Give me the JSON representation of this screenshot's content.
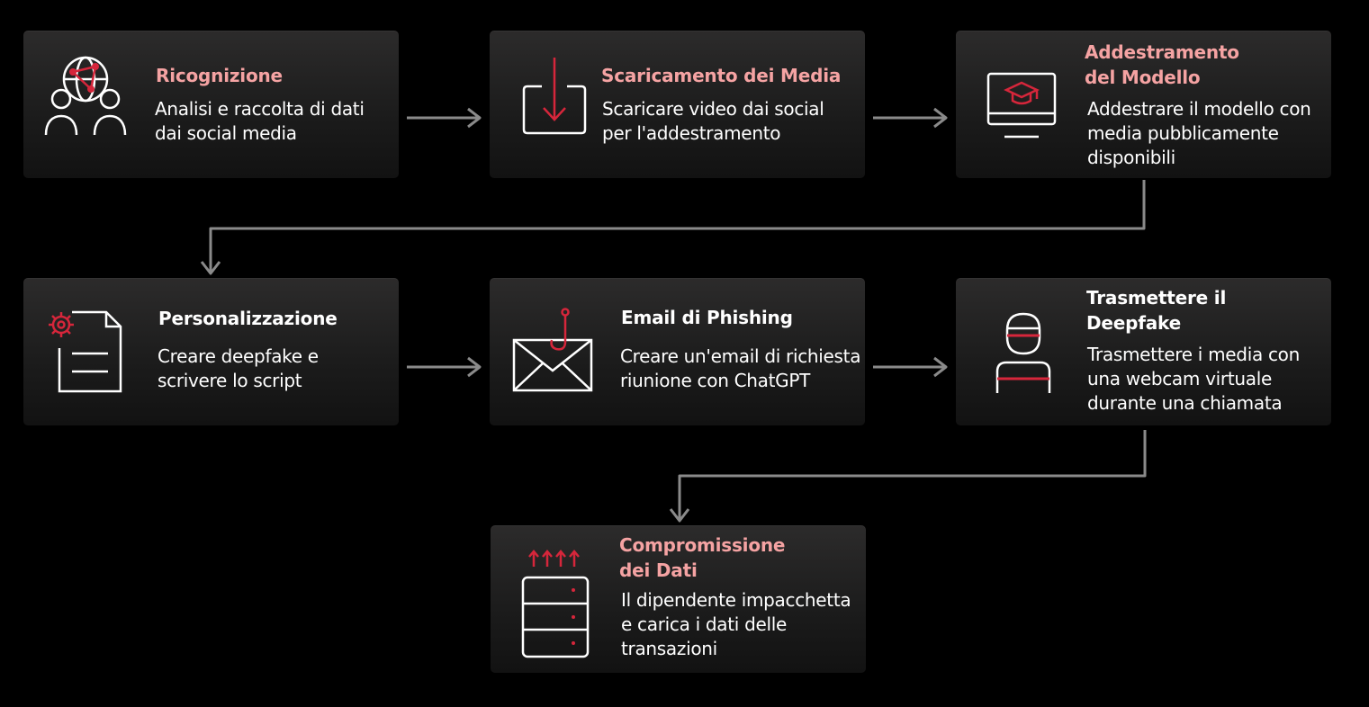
{
  "colors": {
    "background": "#000000",
    "card": "#232222",
    "title_accent": "#f5a3a3",
    "title_plain": "#ffffff",
    "icon_red": "#d6263b",
    "icon_white": "#ffffff",
    "connector": "#8a8a8a"
  },
  "steps": [
    {
      "title": "Ricognizione",
      "desc": [
        "Analisi e raccolta di dati",
        "dai social media"
      ],
      "icon": "people-network-icon"
    },
    {
      "title": "Scaricamento dei Media",
      "desc": [
        "Scaricare video dai social",
        "per l'addestramento"
      ],
      "icon": "download-icon"
    },
    {
      "title": [
        "Addestramento",
        "del Modello"
      ],
      "desc": [
        "Addestrare il modello con",
        "media pubblicamente",
        "disponibili"
      ],
      "icon": "monitor-graduation-cap-icon"
    },
    {
      "title": "Personalizzazione",
      "desc": [
        "Creare deepfake e",
        "scrivere lo script"
      ],
      "icon": "document-gear-icon"
    },
    {
      "title": "Email di Phishing",
      "desc": [
        "Creare un'email di richiesta",
        "riunione con ChatGPT"
      ],
      "icon": "envelope-hook-icon"
    },
    {
      "title": [
        "Trasmettere il",
        "Deepfake"
      ],
      "desc": [
        "Trasmettere i media con",
        "una webcam virtuale",
        "durante una chiamata"
      ],
      "icon": "masked-person-icon"
    },
    {
      "title": [
        "Compromissione",
        "dei Dati"
      ],
      "desc": [
        "Il dipendente impacchetta",
        "e carica i dati delle",
        "transazioni"
      ],
      "icon": "server-upload-icon"
    }
  ]
}
